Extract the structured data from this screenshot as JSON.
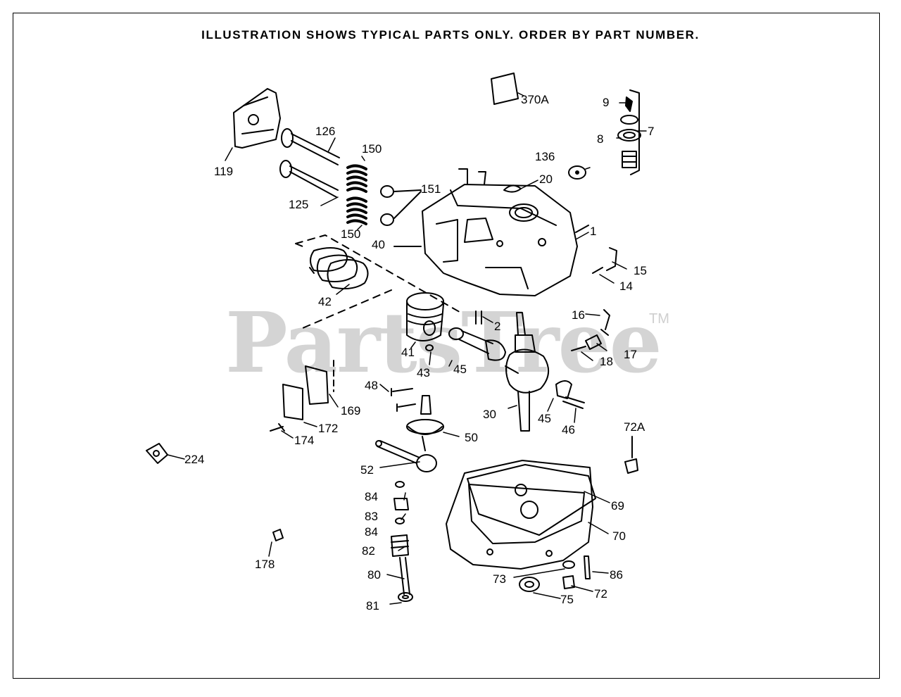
{
  "header": {
    "note": "ILLUSTRATION SHOWS TYPICAL PARTS ONLY. ORDER BY PART NUMBER."
  },
  "watermark": {
    "text": "PartsTree",
    "tm": "TM"
  },
  "callouts": {
    "p370A": "370A",
    "p9": "9",
    "p7": "7",
    "p8": "8",
    "p136": "136",
    "p20": "20",
    "p126": "126",
    "p119": "119",
    "p150a": "150",
    "p151": "151",
    "p125": "125",
    "p150b": "150",
    "p1": "1",
    "p40": "40",
    "p15": "15",
    "p14": "14",
    "p42": "42",
    "p16": "16",
    "p2": "2",
    "p17": "17",
    "p18": "18",
    "p41": "41",
    "p43": "43",
    "p45a": "45",
    "p48": "48",
    "p169": "169",
    "p30": "30",
    "p45b": "45",
    "p46": "46",
    "p172": "172",
    "p174": "174",
    "p50": "50",
    "p72A": "72A",
    "p224": "224",
    "p52": "52",
    "p84a": "84",
    "p69": "69",
    "p83": "83",
    "p84b": "84",
    "p70": "70",
    "p82": "82",
    "p178": "178",
    "p86": "86",
    "p80": "80",
    "p73": "73",
    "p72": "72",
    "p75": "75",
    "p81": "81"
  }
}
